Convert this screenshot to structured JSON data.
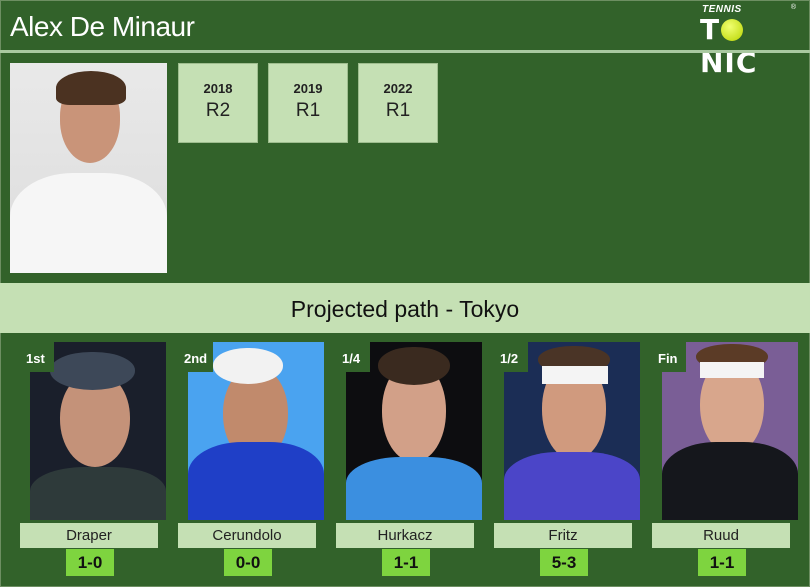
{
  "header": {
    "title": "Alex De Minaur",
    "logo": {
      "top": "TENNIS",
      "main_left": "T",
      "main_right": "NIC",
      "registered": "®"
    }
  },
  "player": {
    "photo": "player-photo-alex-de-minaur"
  },
  "history": [
    {
      "year": "2018",
      "result": "R2"
    },
    {
      "year": "2019",
      "result": "R1"
    },
    {
      "year": "2022",
      "result": "R1"
    }
  ],
  "banner": {
    "text": "Projected path - Tokyo"
  },
  "opponents": [
    {
      "round": "1st",
      "name": "Draper",
      "h2h": "1-0",
      "bg": "#1a1f2b",
      "skin": "#c49279",
      "hair": "#3d4858"
    },
    {
      "round": "2nd",
      "name": "Cerundolo",
      "h2h": "0-0",
      "bg": "#4aa3f0",
      "skin": "#c18a6c",
      "hair": "#f2f2f2"
    },
    {
      "round": "1/4",
      "name": "Hurkacz",
      "h2h": "1-1",
      "bg": "#0d0d10",
      "skin": "#d2a088",
      "hair": "#3a2a1f"
    },
    {
      "round": "1/2",
      "name": "Fritz",
      "h2h": "5-3",
      "bg": "#1b2d55",
      "skin": "#d09a7e",
      "hair": "#4a3426"
    },
    {
      "round": "Fin",
      "name": "Ruud",
      "h2h": "1-1",
      "bg": "#7a5e96",
      "skin": "#d8a68c",
      "hair": "#5b3b26"
    }
  ],
  "colors": {
    "background": "#32622a",
    "light_green": "#c5e0b4",
    "score_green": "#7ed43f"
  }
}
